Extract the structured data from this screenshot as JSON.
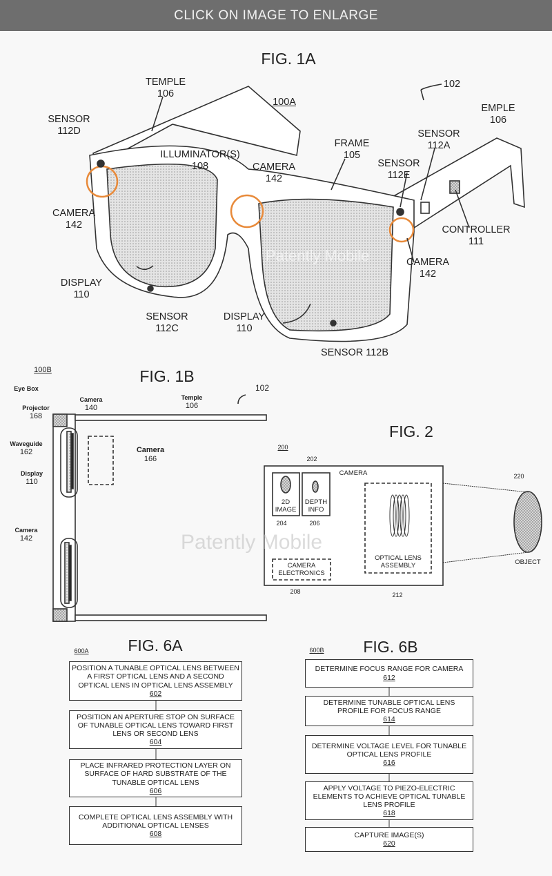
{
  "banner": "CLICK ON IMAGE TO ENLARGE",
  "watermark": "Patently Mobile",
  "fig1a": {
    "title": "FIG. 1A",
    "ref": "100A",
    "arrow": "102",
    "labels": {
      "temple_l": "TEMPLE",
      "temple_l_n": "106",
      "temple_r": "EMPLE",
      "temple_r_n": "106",
      "s112d": "SENSOR",
      "s112d_n": "112D",
      "illum": "ILLUMINATOR(S)",
      "illum_n": "108",
      "cam_c": "CAMERA",
      "cam_c_n": "142",
      "frame": "FRAME",
      "frame_n": "105",
      "s112a": "SENSOR",
      "s112a_n": "112A",
      "s112e": "SENSOR",
      "s112e_n": "112E",
      "cam_l": "CAMERA",
      "cam_l_n": "142",
      "ctrl": "CONTROLLER",
      "ctrl_n": "111",
      "cam_r": "CAMERA",
      "cam_r_n": "142",
      "disp_l": "DISPLAY",
      "disp_l_n": "110",
      "s112c": "SENSOR",
      "s112c_n": "112C",
      "disp_r": "DISPLAY",
      "disp_r_n": "110",
      "s112b": "SENSOR 112B"
    }
  },
  "fig1b": {
    "title": "FIG. 1B",
    "ref": "100B",
    "arrow": "102",
    "eyebox": "Eye Box",
    "projector": "Projector",
    "projector_n": "168",
    "camera140": "Camera",
    "camera140_n": "140",
    "temple": "Temple",
    "temple_n": "106",
    "waveguide": "Waveguide",
    "waveguide_n": "162",
    "display": "Display",
    "display_n": "110",
    "camera166": "Camera",
    "camera166_n": "166",
    "camera142": "Camera",
    "camera142_n": "142"
  },
  "fig2": {
    "title": "FIG. 2",
    "ref": "200",
    "n202": "202",
    "camera": "CAMERA",
    "img2d": "2D IMAGE",
    "n204": "204",
    "depth": "DEPTH INFO",
    "n206": "206",
    "electronics": "CAMERA ELECTRONICS",
    "n208": "208",
    "lens": "OPTICAL LENS ASSEMBLY",
    "n212": "212",
    "n220": "220",
    "object": "OBJECT"
  },
  "fig6a": {
    "title": "FIG. 6A",
    "ref": "600A",
    "steps": [
      {
        "text": "POSITION A TUNABLE OPTICAL LENS BETWEEN A FIRST OPTICAL LENS AND A SECOND OPTICAL LENS IN OPTICAL LENS ASSEMBLY",
        "num": "602"
      },
      {
        "text": "POSITION AN APERTURE STOP ON SURFACE OF TUNABLE OPTICAL LENS TOWARD FIRST LENS OR SECOND LENS",
        "num": "604"
      },
      {
        "text": "PLACE INFRARED PROTECTION LAYER ON SURFACE OF HARD SUBSTRATE OF THE TUNABLE OPTICAL LENS",
        "num": "606"
      },
      {
        "text": "COMPLETE OPTICAL LENS ASSEMBLY WITH ADDITIONAL OPTICAL LENSES",
        "num": "608"
      }
    ]
  },
  "fig6b": {
    "title": "FIG. 6B",
    "ref": "600B",
    "steps": [
      {
        "text": "DETERMINE FOCUS RANGE FOR CAMERA",
        "num": "612"
      },
      {
        "text": "DETERMINE TUNABLE OPTICAL LENS PROFILE FOR FOCUS RANGE",
        "num": "614"
      },
      {
        "text": "DETERMINE VOLTAGE LEVEL FOR TUNABLE OPTICAL LENS PROFILE",
        "num": "616"
      },
      {
        "text": "APPLY VOLTAGE TO PIEZO-ELECTRIC ELEMENTS TO ACHIEVE OPTICAL TUNABLE LENS PROFILE",
        "num": "618"
      },
      {
        "text": "CAPTURE IMAGE(S)",
        "num": "620"
      }
    ]
  }
}
